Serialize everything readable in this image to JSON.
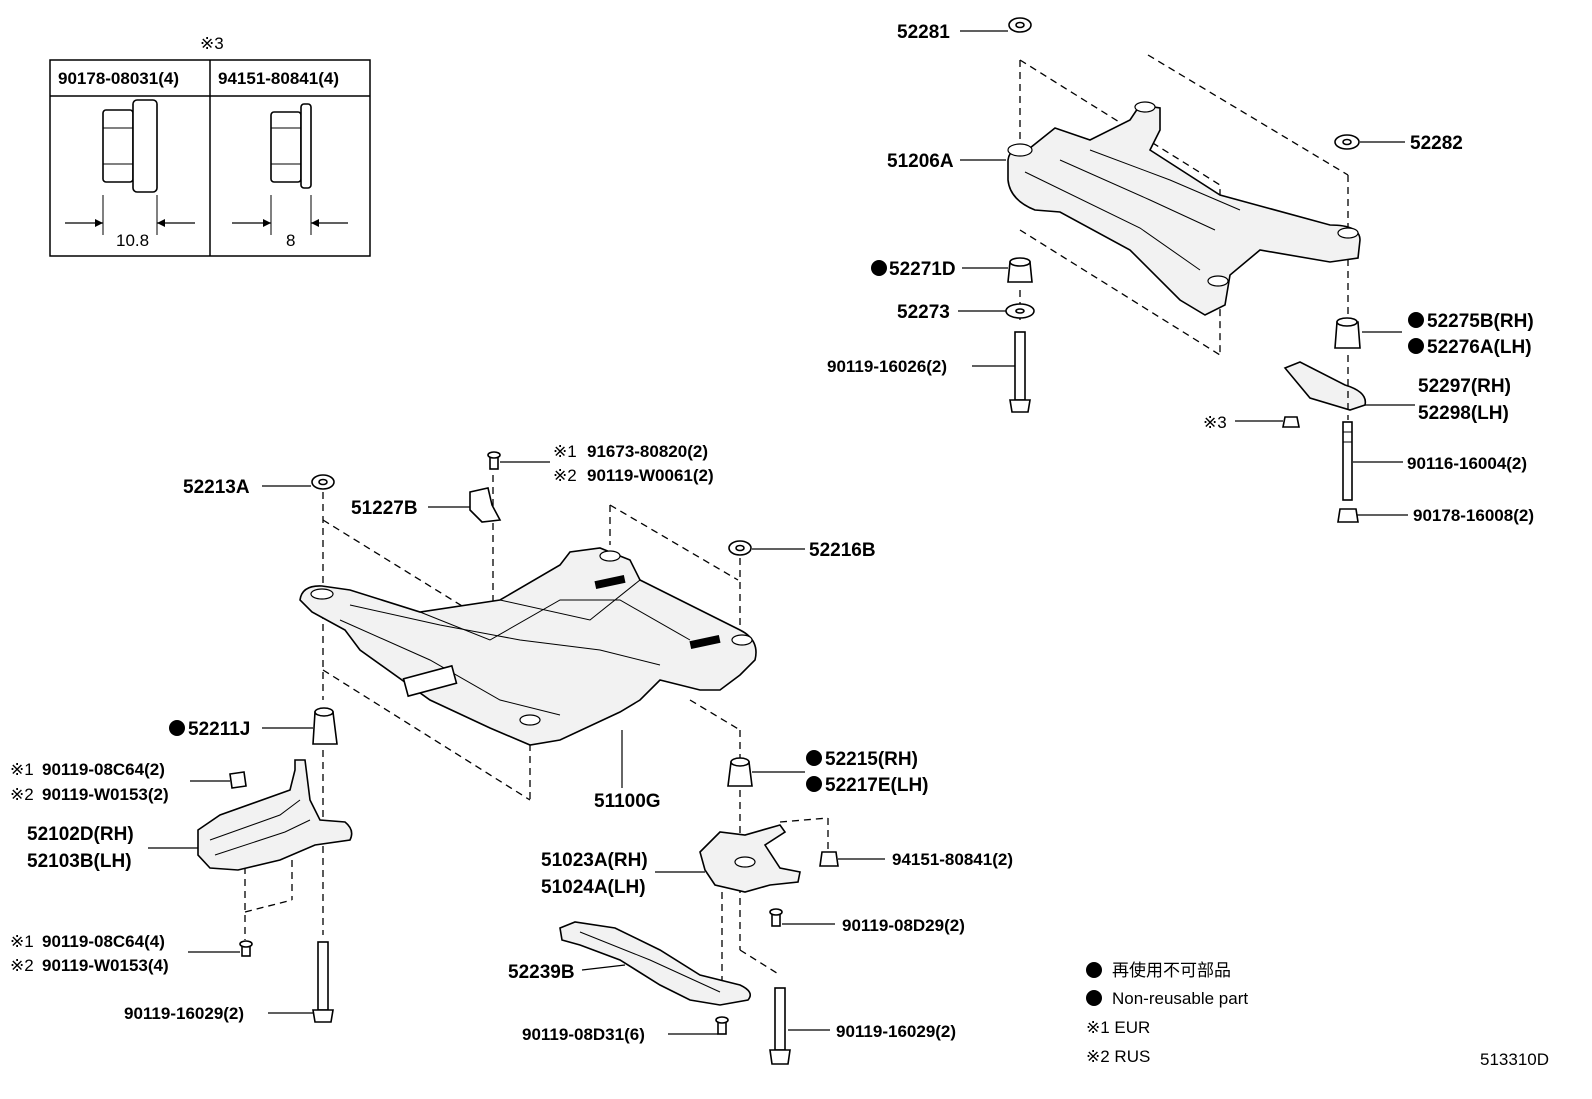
{
  "inset": {
    "note_mark": "※3",
    "left_part": "90178-08031(4)",
    "right_part": "94151-80841(4)",
    "left_dim": "10.8",
    "right_dim": "8"
  },
  "rear": {
    "p52281": "52281",
    "p51206A": "51206A",
    "p52282": "52282",
    "p52271D": "52271D",
    "p52273": "52273",
    "p90119_16026": "90119-16026(2)",
    "p52275B": "52275B(RH)",
    "p52276A": "52276A(LH)",
    "p52297": "52297(RH)",
    "p52298": "52298(LH)",
    "mark3": "※3",
    "p90116_16004": "90116-16004(2)",
    "p90178_16008": "90178-16008(2)"
  },
  "front": {
    "p52213A": "52213A",
    "p51227B": "51227B",
    "mark1_top": "※1",
    "p91673": "91673-80820(2)",
    "mark2_top": "※2",
    "p90119_W0061": "90119-W0061(2)",
    "p52216B": "52216B",
    "p52211J": "52211J",
    "mark1_a": "※1",
    "p90119_08C64_2": "90119-08C64(2)",
    "mark2_a": "※2",
    "p90119_W0153_2": "90119-W0153(2)",
    "p52102D": "52102D(RH)",
    "p52103B": "52103B(LH)",
    "mark1_b": "※1",
    "p90119_08C64_4": "90119-08C64(4)",
    "mark2_b": "※2",
    "p90119_W0153_4": "90119-W0153(4)",
    "p90119_16029_left": "90119-16029(2)",
    "p51100G": "51100G",
    "p52215": "52215(RH)",
    "p52217E": "52217E(LH)",
    "p51023A": "51023A(RH)",
    "p51024A": "51024A(LH)",
    "p94151": "94151-80841(2)",
    "p90119_08D29": "90119-08D29(2)",
    "p52239B": "52239B",
    "p90119_08D31": "90119-08D31(6)",
    "p90119_16029_right": "90119-16029(2)"
  },
  "legend": {
    "jp": "再使用不可部品",
    "en": "Non-reusable part",
    "note1": "※1 EUR",
    "note2": "※2 RUS"
  },
  "figure_id": "513310D"
}
